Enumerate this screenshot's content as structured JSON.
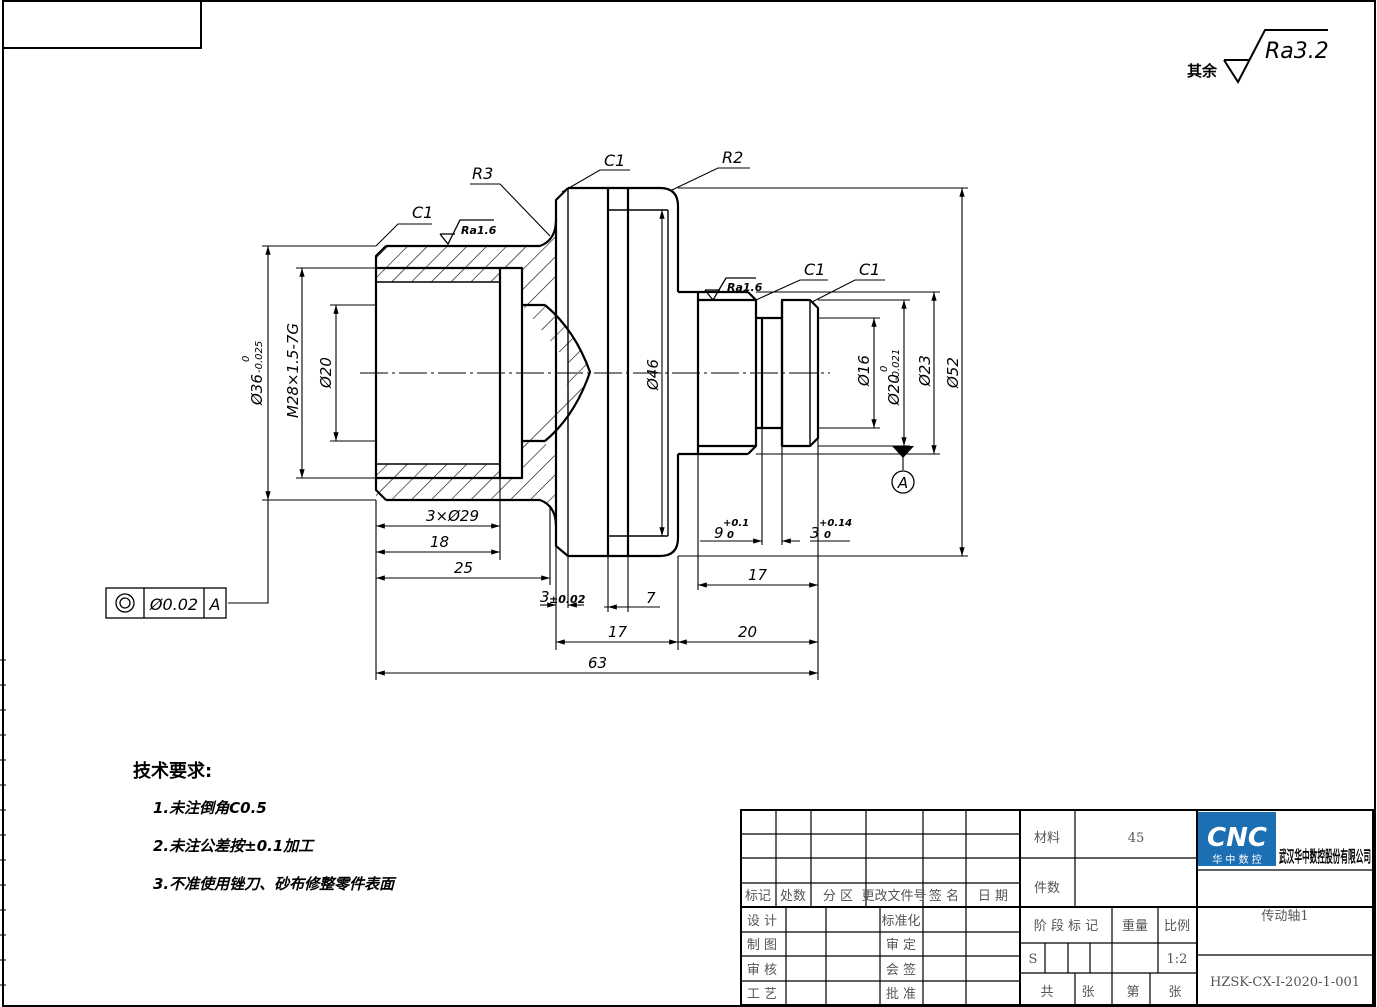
{
  "roughness": {
    "prefix": "其余",
    "value": "Ra3.2"
  },
  "labels": {
    "c1_left": "C1",
    "r3": "R3",
    "c1_top": "C1",
    "r2": "R2",
    "ra16_a": "Ra1.6",
    "ra16_b": "Ra1.6",
    "c1_right_a": "C1",
    "c1_right_b": "C1",
    "datum": "A"
  },
  "dims": {
    "d36": "Ø36",
    "d36_tol_u": "0",
    "d36_tol_l": "-0.025",
    "m28": "M28×1.5-7G",
    "d20": "Ø20",
    "d46": "Ø46",
    "d16": "Ø16",
    "d20b": "Ø20",
    "d20b_tol_u": "0",
    "d20b_tol_l": "-0.021",
    "d23": "Ø23",
    "d52": "Ø52",
    "n3x29": "3×Ø29",
    "l18": "18",
    "l25": "25",
    "l3": "3",
    "l3_tol": "±0.02",
    "l7": "7",
    "l17a": "17",
    "l20": "20",
    "l63": "63",
    "l17b": "17",
    "l9": "9",
    "l9_tol_u": "+0.1",
    "l9_tol_l": "0",
    "l3b": "3",
    "l3b_tol_u": "+0.14",
    "l3b_tol_l": "0"
  },
  "tolerance_frame": {
    "value": "Ø0.02",
    "datum": "A"
  },
  "tech": {
    "title": "技术要求:",
    "items": [
      "1.未注倒角C0.5",
      "2.未注公差按±0.1加工",
      "3.不准使用锉刀、砂布修整零件表面"
    ]
  },
  "title_block": {
    "headers": [
      "标记",
      "处数",
      "分 区",
      "更改文件号",
      "签 名",
      "日 期"
    ],
    "rows_left": [
      "设 计",
      "制 图",
      "审 核",
      "工 艺"
    ],
    "rows_mid": [
      "标准化",
      "审 定",
      "会 签",
      "批 准"
    ],
    "material_label": "材料",
    "material_value": "45",
    "count_label": "件数",
    "stage_label": "阶 段 标 记",
    "weight_label": "重量",
    "scale_label": "比例",
    "stage_s": "S",
    "scale_value": "1:2",
    "sheets": [
      "共",
      "张",
      "第",
      "张"
    ],
    "company": "武汉华中数控股份有限公司",
    "logo_text": "CNC",
    "logo_sub": "华 中 数 控",
    "part_name": "传动轴1",
    "drawing_no": "HZSK-CX-I-2020-1-001",
    "colors": {
      "logo_blue": "#1d6fb3"
    }
  }
}
